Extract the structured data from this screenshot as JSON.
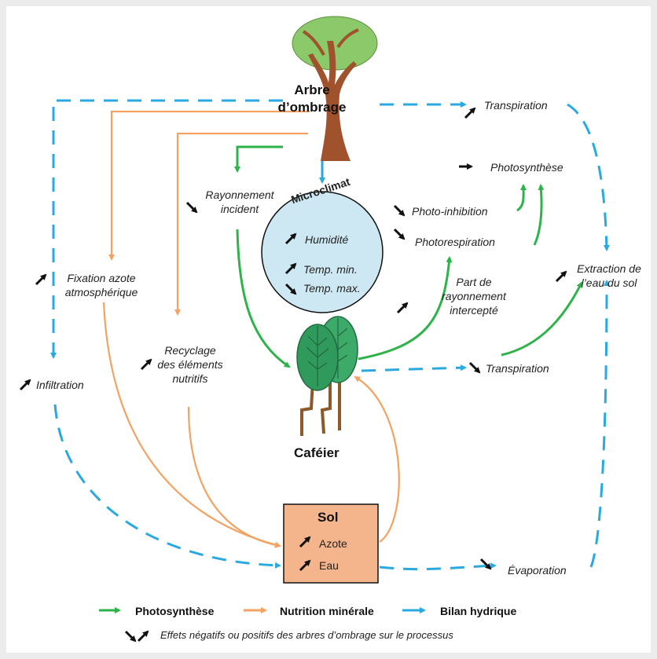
{
  "nodes": {
    "tree_line1": "Arbre",
    "tree_line2": "d’ombrage",
    "microclimat": "Microclimat",
    "cafeier": "Caféier",
    "sol": "Sol"
  },
  "labels": {
    "transpiration_tree": "Transpiration",
    "photosynthese": "Photosynthèse",
    "rayonnement_l1": "Rayonnement",
    "rayonnement_l2": "incident",
    "humidite": "Humidité",
    "temp_min": "Temp. min.",
    "temp_max": "Temp. max.",
    "photo_inhibition": "Photo-inhibition",
    "photorespiration": "Photorespiration",
    "fixation_l1": "Fixation azote",
    "fixation_l2": "atmosphérique",
    "part_l1": "Part de",
    "part_l2": "rayonnement",
    "part_l3": "intercepté",
    "extraction_l1": "Extraction de",
    "extraction_l2": "l’eau du sol",
    "recyclage_l1": "Recyclage",
    "recyclage_l2": "des éléments",
    "recyclage_l3": "nutritifs",
    "infiltration": "Infiltration",
    "transpiration_coffee": "Transpiration",
    "azote": "Azote",
    "eau": "Eau",
    "evaporation": "Évaporation"
  },
  "legend": {
    "photosynthese": "Photosynthèse",
    "nutrition": "Nutrition minérale",
    "bilan": "Bilan hydrique",
    "effects": "Effets négatifs ou positifs des arbres d’ombrage sur le processus"
  },
  "colors": {
    "green": "#2db34a",
    "orange": "#f4a261",
    "blue": "#29a9e0",
    "circle": "#cde8f2",
    "sol_box": "#f4b48c",
    "tree_trunk": "#a0522d",
    "tree_crown": "#8cc96a"
  }
}
